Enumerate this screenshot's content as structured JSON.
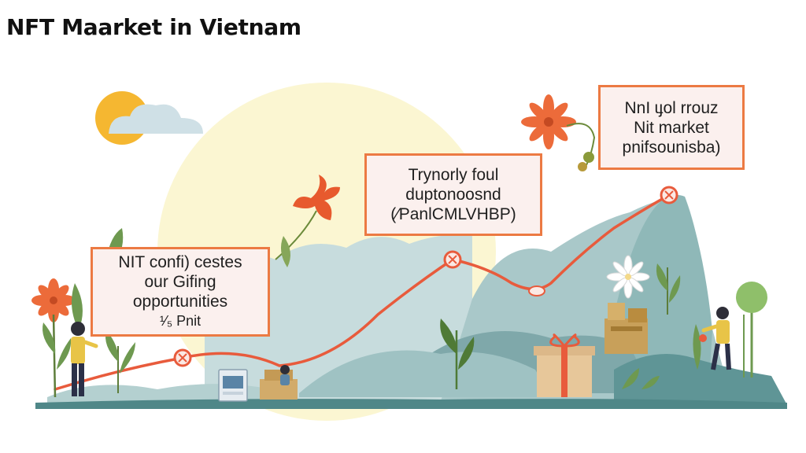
{
  "title": "NFT Maarket in Vietnam",
  "callouts": [
    {
      "lines": [
        "NIT confi) cestes",
        "our Gifing",
        "opportunities",
        "¹⁄₅ Pnit"
      ]
    },
    {
      "lines": [
        "Trynorly foul",
        "duptonoosnd",
        "(⁄PanlCMLVHBP)"
      ]
    },
    {
      "lines": [
        "NnI ɩɟol rrouz",
        "Nit market",
        "pnifsounisba)"
      ]
    }
  ],
  "colors": {
    "accent": "#ec7a43",
    "trend_line": "#e85b3c",
    "callout_bg": "#fbf0ee",
    "hill_teal": "#8fb8b8",
    "hill_dark": "#5f9596",
    "sun": "#f5b731",
    "sun_glow": "#fbf5cc"
  },
  "icons": [
    "sun-icon",
    "cloud-icon",
    "flower-icon",
    "gift-icon",
    "person-icon",
    "computer-icon",
    "chest-icon",
    "milestone-marker-icon"
  ]
}
